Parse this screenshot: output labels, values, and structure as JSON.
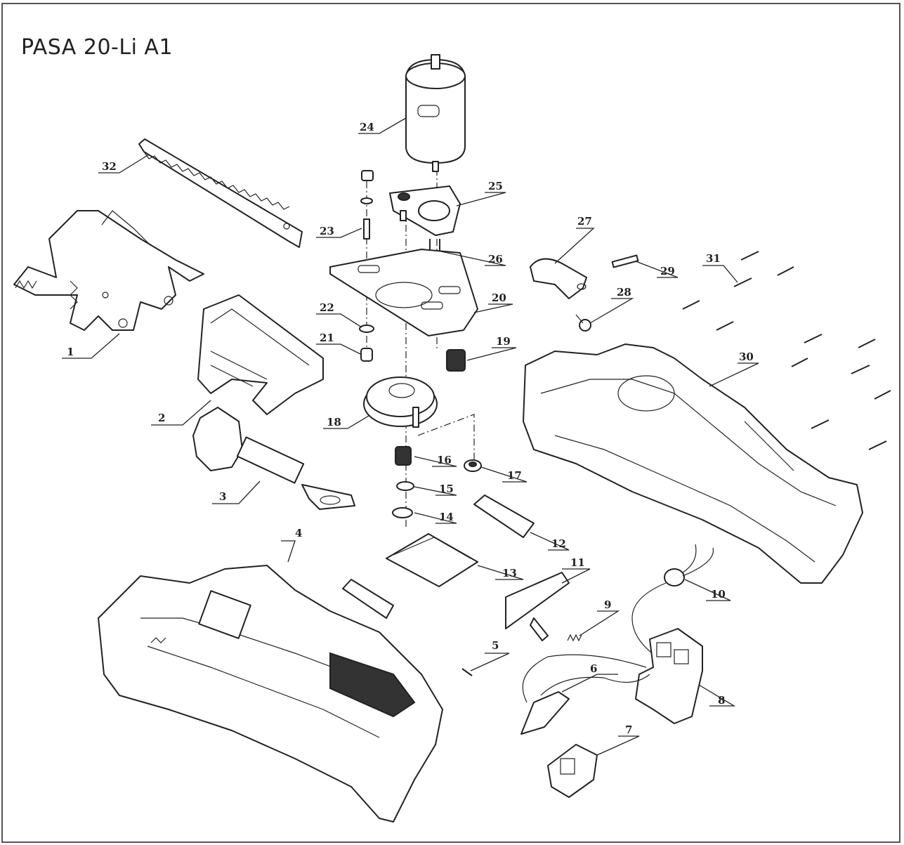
{
  "title": "PASA 20-Li A1",
  "labels": [
    "1",
    "2",
    "3",
    "4",
    "5",
    "6",
    "7",
    "8",
    "9",
    "10",
    "11",
    "12",
    "13",
    "14",
    "15",
    "16",
    "17",
    "18",
    "19",
    "20",
    "21",
    "22",
    "23",
    "24",
    "25",
    "26",
    "27",
    "28",
    "29",
    "30",
    "31",
    "32"
  ]
}
